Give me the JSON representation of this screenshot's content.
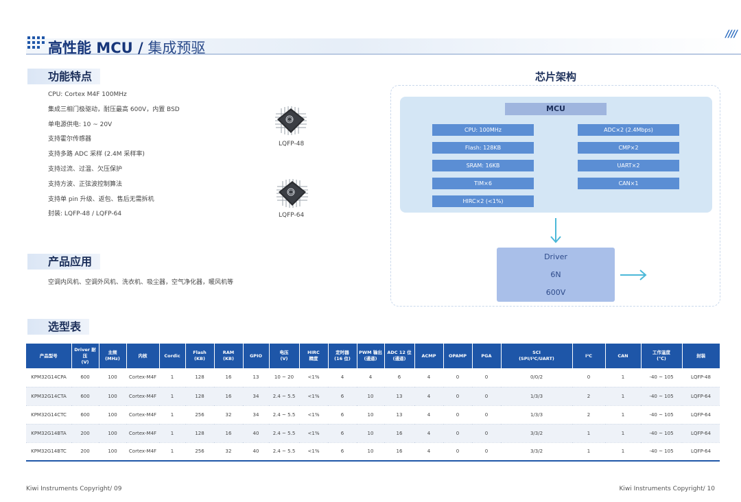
{
  "header": {
    "title_main": "高性能 MCU /",
    "title_sub": " 集成预驱"
  },
  "features": {
    "heading": "功能特点",
    "items": [
      "CPU: Cortex M4F 100MHz",
      "集成三相门极驱动，耐压最高 600V，内置 BSD",
      "单电源供电: 10 ~ 20V",
      "支持霍尔传感器",
      "支持多路 ADC 采样 (2.4M 采样率)",
      "支持过流、过温、欠压保护",
      "支持方波、正弦波控制算法",
      "支持单 pin 升级、返包、售后无需拆机",
      "封装: LQFP-48 / LQFP-64"
    ],
    "chip_labels": [
      "LQFP-48",
      "LQFP-64"
    ]
  },
  "applications": {
    "heading": "产品应用",
    "text": "空调内风机、空调外风机、洗衣机、吸尘器，空气净化器，暖风机等"
  },
  "architecture": {
    "title": "芯片架构",
    "mcu_label": "MCU",
    "left_specs": [
      "CPU: 100MHz",
      "Flash: 128KB",
      "SRAM: 16KB",
      "TIM×6",
      "HIRC×2 (<1%)"
    ],
    "right_specs": [
      "ADC×2 (2.4Mbps)",
      "CMP×2",
      "UART×2",
      "CAN×1"
    ],
    "driver_lines": [
      "Driver",
      "6N",
      "600V"
    ]
  },
  "selection": {
    "heading": "选型表",
    "headers": [
      [
        "产品型号"
      ],
      [
        "Driver 耐压",
        "(V)"
      ],
      [
        "主频",
        "(MHz)"
      ],
      [
        "内核"
      ],
      [
        "Cordic"
      ],
      [
        "Flash",
        "(KB)"
      ],
      [
        "RAM",
        "(KB)"
      ],
      [
        "GPIO"
      ],
      [
        "电压",
        "(V)"
      ],
      [
        "HIRC",
        "精度"
      ],
      [
        "定时器",
        "(16 位)"
      ],
      [
        "PWM 输出",
        "(通道)"
      ],
      [
        "ADC 12 位",
        "(通道)"
      ],
      [
        "ACMP"
      ],
      [
        "OPAMP"
      ],
      [
        "PGA"
      ],
      [
        "SCI",
        "(SPI/I²C/UART)"
      ],
      [
        "I²C"
      ],
      [
        "CAN"
      ],
      [
        "工作温度",
        "(℃)"
      ],
      [
        "封装"
      ]
    ],
    "rows": [
      [
        "KPM32G14CPA",
        "600",
        "100",
        "Cortex-M4F",
        "1",
        "128",
        "16",
        "13",
        "10 ~ 20",
        "<1%",
        "4",
        "4",
        "6",
        "4",
        "0",
        "0",
        "0/0/2",
        "0",
        "1",
        "-40 ~ 105",
        "LQFP-48"
      ],
      [
        "KPM32G14CTA",
        "600",
        "100",
        "Cortex-M4F",
        "1",
        "128",
        "16",
        "34",
        "2.4 ~ 5.5",
        "<1%",
        "6",
        "10",
        "13",
        "4",
        "0",
        "0",
        "1/3/3",
        "2",
        "1",
        "-40 ~ 105",
        "LQFP-64"
      ],
      [
        "KPM32G14CTC",
        "600",
        "100",
        "Cortex-M4F",
        "1",
        "256",
        "32",
        "34",
        "2.4 ~ 5.5",
        "<1%",
        "6",
        "10",
        "13",
        "4",
        "0",
        "0",
        "1/3/3",
        "2",
        "1",
        "-40 ~ 105",
        "LQFP-64"
      ],
      [
        "KPM32G14BTA",
        "200",
        "100",
        "Cortex-M4F",
        "1",
        "128",
        "16",
        "40",
        "2.4 ~ 5.5",
        "<1%",
        "6",
        "10",
        "16",
        "4",
        "0",
        "0",
        "3/3/2",
        "1",
        "1",
        "-40 ~ 105",
        "LQFP-64"
      ],
      [
        "KPM32G14BTC",
        "200",
        "100",
        "Cortex-M4F",
        "1",
        "256",
        "32",
        "40",
        "2.4 ~ 5.5",
        "<1%",
        "6",
        "10",
        "16",
        "4",
        "0",
        "0",
        "3/3/2",
        "1",
        "1",
        "-40 ~ 105",
        "LQFP-64"
      ]
    ]
  },
  "footer": {
    "left": "Kiwi Instruments Copyright/ 09",
    "right": "Kiwi Instruments Copyright/ 10"
  },
  "colors": {
    "primary": "#1e56a8",
    "title": "#17367a",
    "spec_box": "#5b8ed4",
    "mcu_bg": "#d4e6f5",
    "driver_bg": "#a9bfe9",
    "arrow": "#4bb8d8"
  }
}
